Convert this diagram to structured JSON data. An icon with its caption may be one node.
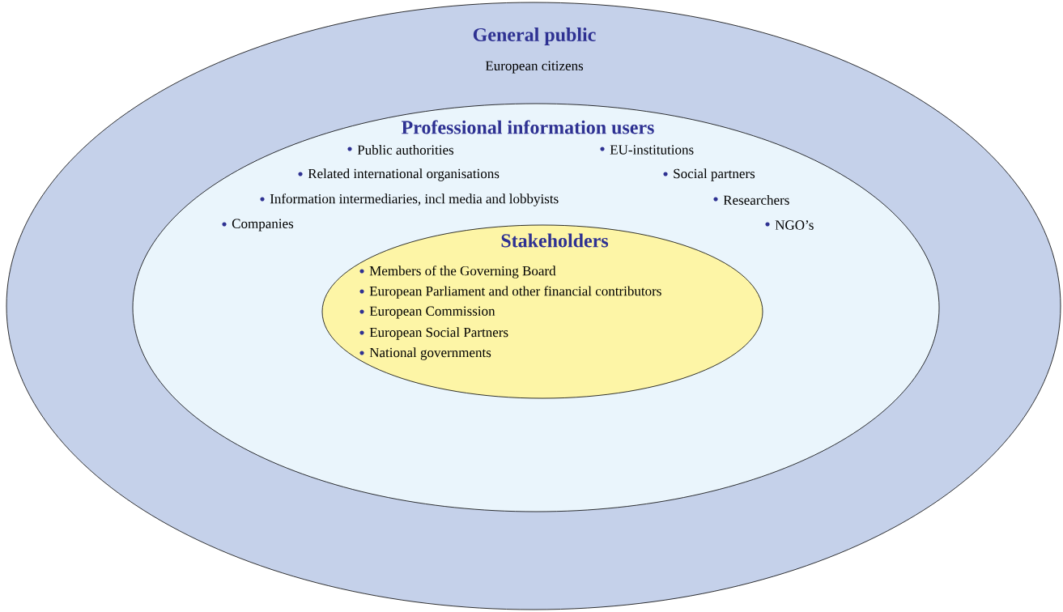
{
  "diagram": {
    "nodes": [
      {
        "text": [
          "General public",
          "European citizens"
        ]
      },
      {
        "text": [
          "Professional information users",
          "Public authorities",
          "EU-institutions",
          "Related international organisations",
          "Social partners",
          "Information intermediaries, incl media and lobbyists",
          "Researchers",
          "Companies",
          "NGO’s"
        ],
        "in": 0
      },
      {
        "text": [
          "Stakeholders",
          "Members of the Governing Board",
          "European Parliament and other financial contributors",
          "European Commission",
          "European Social Partners",
          "National governments"
        ],
        "in": 1
      }
    ]
  }
}
